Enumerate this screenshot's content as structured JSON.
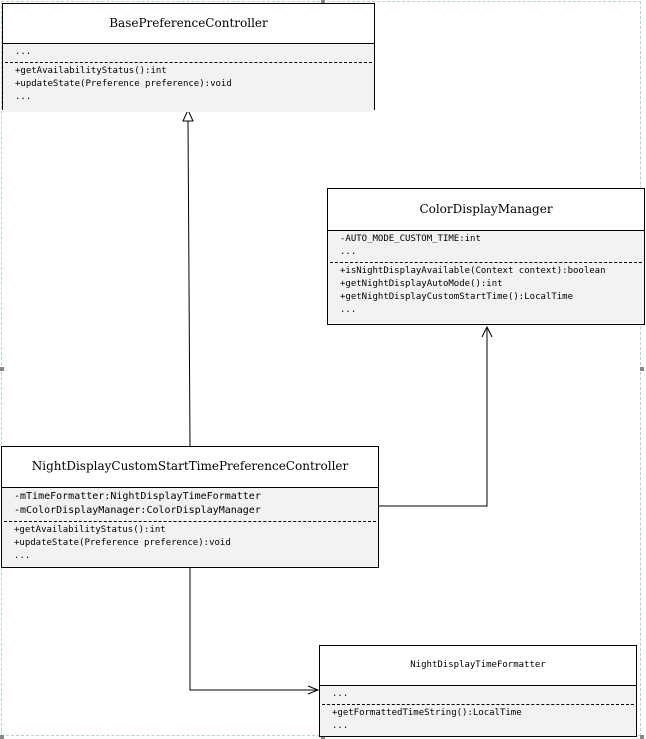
{
  "classes": {
    "base": {
      "name": "BasePreferenceController",
      "attributes": [
        "..."
      ],
      "methods": [
        "+getAvailabilityStatus():int",
        "+updateState(Preference preference):void",
        "..."
      ]
    },
    "color": {
      "name": "ColorDisplayManager",
      "attributes": [
        "-AUTO_MODE_CUSTOM_TIME:int",
        "..."
      ],
      "methods": [
        "+isNightDisplayAvailable(Context context):boolean",
        "+getNightDisplayAutoMode():int",
        "+getNightDisplayCustomStartTime():LocalTime",
        "..."
      ]
    },
    "controller": {
      "name": "NightDisplayCustomStartTimePreferenceController",
      "attributes": [
        "-mTimeFormatter:NightDisplayTimeFormatter",
        "-mColorDisplayManager:ColorDisplayManager"
      ],
      "methods": [
        "+getAvailabilityStatus():int",
        "+updateState(Preference preference):void",
        "..."
      ]
    },
    "formatter": {
      "name": "NightDisplayTimeFormatter",
      "attributes": [
        "..."
      ],
      "methods": [
        "+getFormattedTimeString():LocalTime",
        "..."
      ]
    }
  },
  "relations": [
    {
      "from": "controller",
      "to": "base",
      "type": "generalization"
    },
    {
      "from": "controller",
      "to": "color",
      "type": "association"
    },
    {
      "from": "controller",
      "to": "formatter",
      "type": "association"
    }
  ]
}
